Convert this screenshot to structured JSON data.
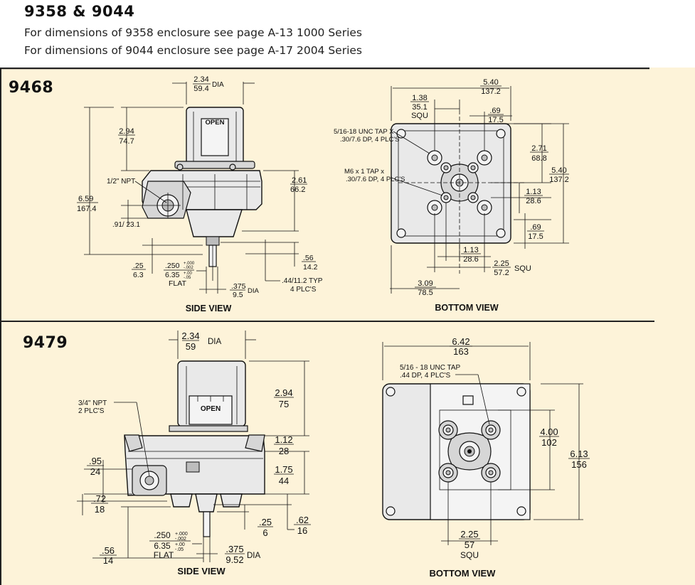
{
  "header": {
    "title": "9358 & 9044",
    "line1": "For dimensions of 9358 enclosure see page A-13 1000 Series",
    "line2": "For dimensions of 9044 enclosure see page A-17 2004 Series"
  },
  "colors": {
    "panel": "#fdf3d9",
    "rule": "#222222"
  },
  "model_9468": {
    "title": "9468",
    "side_view": {
      "label": "SIDE VIEW",
      "open_label": "OPEN",
      "dims": {
        "dia_top": "2.34",
        "dia_bot": "59.4",
        "dia_suffix": "DIA",
        "h1_top": "2.94",
        "h1_bot": "74.7",
        "npt": "1/2\" NPT",
        "h_total_top": "6.59",
        "h_total_bot": "167.4",
        "h2_top": "2.61",
        "h2_bot": "66.2",
        "port": ".91/ 23.1",
        "s1_top": ".25",
        "s1_bot": "6.3",
        "flat_top": ".250",
        "flat_tol1": "+.000",
        "flat_tol2": "-.002",
        "flat_bot": "6.35",
        "flat_tol3": "+.00",
        "flat_tol4": "-.05",
        "flat_word": "FLAT",
        "shaft_top": ".375",
        "shaft_bot": "9.5",
        "shaft_suffix": "DIA",
        "s2_top": ".56",
        "s2_bot": "14.2",
        "typ_line1": ".44/11.2 TYP",
        "typ_line2": "4 PLC'S"
      }
    },
    "bottom_view": {
      "label": "BOTTOM VIEW",
      "dims": {
        "w_top": "5.40",
        "w_bot": "137.2",
        "a_top": "1.38",
        "a_bot": "35.1",
        "a_suffix": "SQU",
        "b_top": ".69",
        "b_bot": "17.5",
        "tap1_line1": "5/16-18 UNC TAP X",
        "tap1_line2": ".30/7.6 DP,  4 PLC'S",
        "tap2_line1": "M6 x 1 TAP x",
        "tap2_line2": ".30/7.6 DP, 4 PLC'S",
        "c_top": "2.71",
        "c_bot": "68.8",
        "h_top": "5.40",
        "h_bot": "137.2",
        "d_top": "1.13",
        "d_bot": "28.6",
        "e_top": ".69",
        "e_bot": "17.5",
        "f_top": "1.13",
        "f_bot": "28.6",
        "g_top": "2.25",
        "g_bot": "57.2",
        "g_suffix": "SQU",
        "k_top": "3.09",
        "k_bot": "78.5"
      }
    }
  },
  "model_9479": {
    "title": "9479",
    "side_view": {
      "label": "SIDE VIEW",
      "open_label": "OPEN",
      "dims": {
        "dia_top": "2.34",
        "dia_bot": "59",
        "dia_suffix": "DIA",
        "npt_line1": "3/4\" NPT",
        "npt_line2": "2 PLC'S",
        "h1_top": "2.94",
        "h1_bot": "75",
        "h2_top": "1.12",
        "h2_bot": "28",
        "p_top": ".95",
        "p_bot": "24",
        "h3_top": "1.75",
        "h3_bot": "44",
        "q_top": ".72",
        "q_bot": "18",
        "s1_top": ".25",
        "s1_bot": "6",
        "s2_top": ".62",
        "s2_bot": "16",
        "flat_top": ".250",
        "flat_tol1": "+.000",
        "flat_tol2": "-.002",
        "flat_bot": "6.35",
        "flat_tol3": "+.00",
        "flat_tol4": "-.05",
        "flat_word": "FLAT",
        "s3_top": ".56",
        "s3_bot": "14",
        "shaft_top": ".375",
        "shaft_bot": "9.52",
        "shaft_suffix": "DIA"
      }
    },
    "bottom_view": {
      "label": "BOTTOM VIEW",
      "dims": {
        "w_top": "6.42",
        "w_bot": "163",
        "tap_line1": "5/16 - 18 UNC TAP",
        "tap_line2": ".44 DP,  4 PLC'S",
        "c_top": "4.00",
        "c_bot": "102",
        "h_top": "6.13",
        "h_bot": "156",
        "g_top": "2.25",
        "g_bot": "57",
        "g_suffix": "SQU"
      }
    }
  }
}
